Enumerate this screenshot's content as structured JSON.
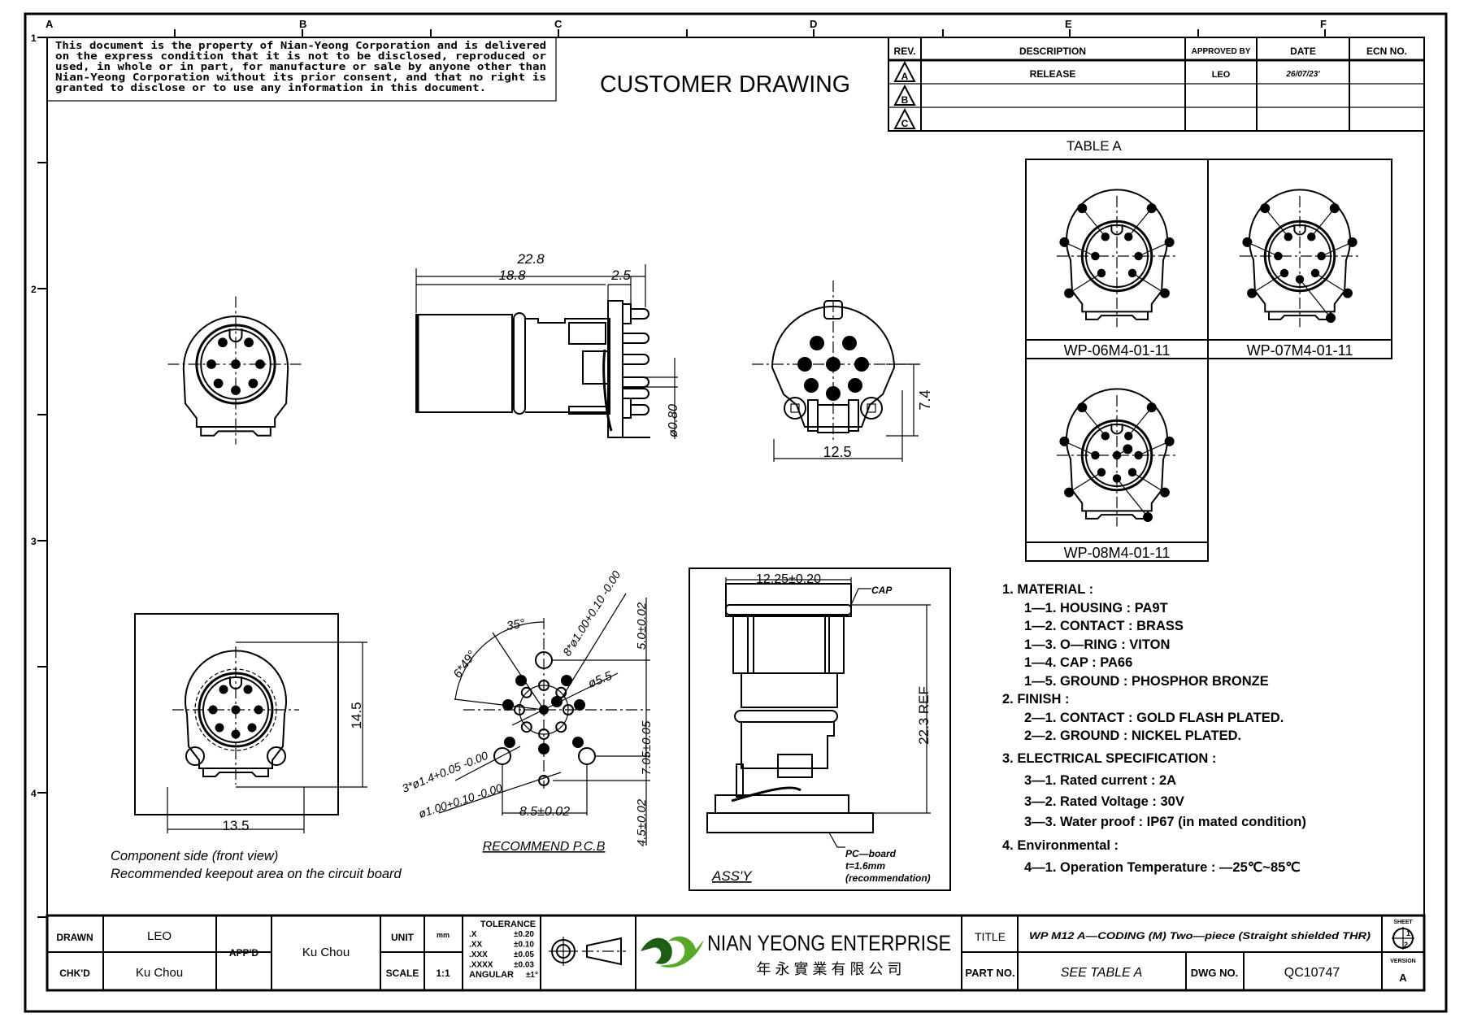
{
  "sheet": {
    "column_labels": [
      "A",
      "B",
      "C",
      "D",
      "E",
      "F"
    ],
    "row_labels": [
      "1",
      "2",
      "3",
      "4"
    ]
  },
  "disclaimer": {
    "lines": [
      "This document is the property of Nian-Yeong Corporation and is delivered",
      "on  the  express condition that it is not to be disclosed, reproduced or",
      "used, in whole or in part, for manufacture or sale by anyone other than",
      "Nian-Yeong Corporation without  its prior consent, and that  no right  is",
      "granted to disclose or to use any information in this  document."
    ]
  },
  "drawing_title": "CUSTOMER  DRAWING",
  "revision_table": {
    "headers": [
      "REV.",
      "DESCRIPTION",
      "APPROVED BY",
      "DATE",
      "ECN NO."
    ],
    "rows": [
      {
        "rev": "A",
        "description": "RELEASE",
        "approved_by": "LEO",
        "date": "26/07/23'",
        "ecn": ""
      },
      {
        "rev": "B",
        "description": "",
        "approved_by": "",
        "date": "",
        "ecn": ""
      },
      {
        "rev": "C",
        "description": "",
        "approved_by": "",
        "date": "",
        "ecn": ""
      }
    ]
  },
  "table_a": {
    "title": "TABLE A",
    "variants": [
      {
        "part_no": "WP-06M4-01-11"
      },
      {
        "part_no": "WP-07M4-01-11"
      },
      {
        "part_no": "WP-08M4-01-11"
      }
    ]
  },
  "views": {
    "side": {
      "dim_overall": "22.8",
      "dim_body": "18.8",
      "dim_flange": "2.5",
      "dim_pin": "ø0.80"
    },
    "rear": {
      "dim_width": "12.5",
      "dim_height": "7.4"
    },
    "keepout": {
      "dim_width": "13.5",
      "dim_height": "14.5",
      "caption_line1": "Component side (front view)",
      "caption_line2": "Recommended keepout area on the circuit board"
    },
    "pcb": {
      "angle_6x": "6*49°",
      "angle_35": "35°",
      "holes_8x": "8*ø1.00+0.10 -0.00",
      "pcd": "ø5.5",
      "holes_3x": "3*ø1.4+0.05 -0.00",
      "hole_1x": "ø1.00+0.10 -0.00",
      "dim_spacing": "8.5±0.02",
      "dim_top": "5.0±0.02",
      "dim_mid": "7.05±0.05",
      "dim_bottom": "4.5±0.02",
      "caption": "RECOMMEND  P.C.B"
    },
    "assy": {
      "dim_cap": "12.25±0.20",
      "cap_label": "CAP",
      "dim_height": "22.3  REF",
      "pcb_label_1": "PC—board",
      "pcb_label_2": "t=1.6mm",
      "pcb_label_3": "(recommendation)",
      "caption": "ASS'Y"
    }
  },
  "notes": [
    {
      "text": "1.  MATERIAL  :",
      "indent": 0
    },
    {
      "text": "1—1.  HOUSING  :  PA9T",
      "indent": 1
    },
    {
      "text": "1—2.  CONTACT  :  BRASS",
      "indent": 1
    },
    {
      "text": "1—3.  O—RING  :  VITON",
      "indent": 1
    },
    {
      "text": "1—4.  CAP  :  PA66",
      "indent": 1
    },
    {
      "text": "1—5.  GROUND  :  PHOSPHOR  BRONZE",
      "indent": 1
    },
    {
      "text": "2.  FINISH  :",
      "indent": 0
    },
    {
      "text": "2—1.  CONTACT  :  GOLD  FLASH  PLATED.",
      "indent": 1
    },
    {
      "text": "2—2.  GROUND  :  NICKEL  PLATED.",
      "indent": 1
    },
    {
      "text": "3.  ELECTRICAL  SPECIFICATION  :",
      "indent": 0
    },
    {
      "text": "3—1.  Rated  current  :  2A",
      "indent": 1
    },
    {
      "text": "3—2.  Rated  Voltage  :  30V",
      "indent": 1
    },
    {
      "text": "3—3.  Water  proof  :  IP67  (in  mated  condition)",
      "indent": 1
    },
    {
      "text": "4.  Environmental  :",
      "indent": 0
    },
    {
      "text": "4—1.  Operation  Temperature  :  —25℃~85℃",
      "indent": 1
    }
  ],
  "title_block": {
    "drawn_label": "DRAWN",
    "drawn_value": "LEO",
    "checked_label": "CHK'D",
    "checked_value": "Ku Chou",
    "approved_label": "APP'D",
    "approved_value": "Ku Chou",
    "unit_label": "UNIT",
    "unit_value": "mm",
    "scale_label": "SCALE",
    "scale_value": "1:1",
    "tolerance": {
      "title": "TOLERANCE",
      "rows": [
        {
          "k": ".X",
          "v": "±0.20"
        },
        {
          "k": ".XX",
          "v": "±0.10"
        },
        {
          "k": ".XXX",
          "v": "±0.05"
        },
        {
          "k": ".XXXX",
          "v": "±0.03"
        },
        {
          "k": "ANGULAR",
          "v": "±1°"
        }
      ]
    },
    "company_name": "NIAN YEONG ENTERPRISE",
    "company_name_cn": "年 永 實 業 有 限 公 司",
    "brand_colors": {
      "logo_dark": "#1f5e12",
      "logo_light": "#5aa82a"
    },
    "title_label": "TITLE",
    "title_value": "WP  M12  A—CODING   (M)   Two—piece  (Straight  shielded  THR)",
    "part_label": "PART NO.",
    "part_value": "SEE  TABLE  A",
    "dwg_label": "DWG NO.",
    "dwg_value": "QC10747",
    "sheet_label": "SHEET",
    "sheet_num": "1",
    "sheet_total": "2",
    "version_label": "VERSION",
    "version_value": "A"
  }
}
